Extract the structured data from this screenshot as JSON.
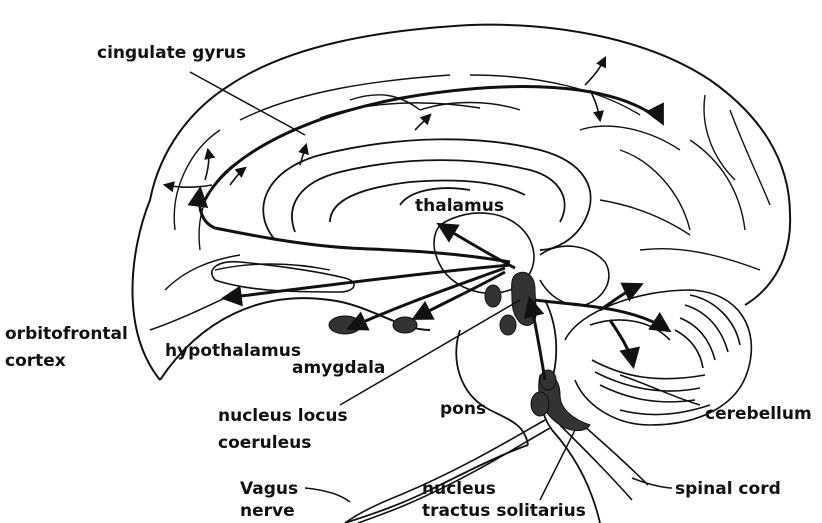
{
  "labels": {
    "cingulate_gyrus": "cingulate gyrus",
    "thalamus": "thalamus",
    "orbitofrontal_line1": "orbitofrontal",
    "orbitofrontal_line2": "cortex",
    "hypothalamus": "hypothalamus",
    "amygdala": "amygdala",
    "pons": "pons",
    "locus_line1": "nucleus locus",
    "locus_line2": "coeruleus",
    "cerebellum": "cerebellum",
    "spinal_cord": "spinal cord",
    "vagus_line1": "Vagus",
    "vagus_line2": "nerve",
    "solitarius_line1": "nucleus",
    "solitarius_line2": "tractus solitarius"
  },
  "colors": {
    "ink": "#111111",
    "background": "#ffffff",
    "nucleus_fill": "#333333"
  }
}
